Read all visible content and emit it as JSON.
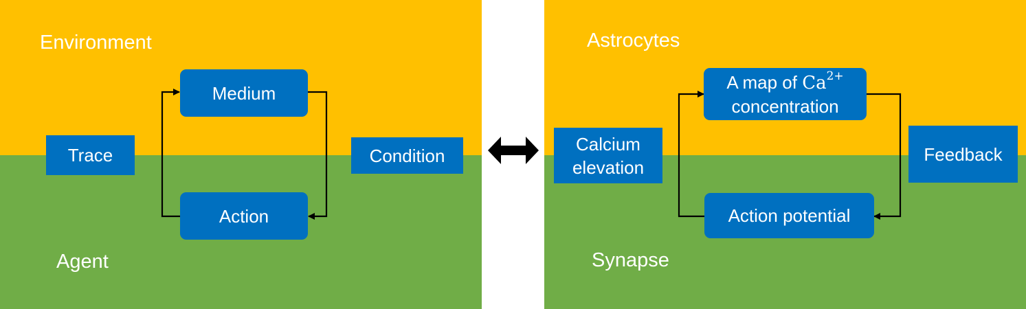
{
  "left_panel": {
    "top_label": "Environment",
    "bottom_label": "Agent",
    "boxes": {
      "medium": "Medium",
      "action": "Action",
      "trace": "Trace",
      "condition": "Condition"
    }
  },
  "center": {
    "icon": "double-arrow-icon"
  },
  "right_panel": {
    "top_label": "Astrocytes",
    "bottom_label": "Synapse",
    "boxes": {
      "ca_map": {
        "line1_prefix": "A map of ",
        "ion": "Ca",
        "charge": "2+",
        "line2": "concentration"
      },
      "action_potential": "Action potential",
      "calcium_elevation": {
        "line1": "Calcium",
        "line2": "elevation"
      },
      "feedback": "Feedback"
    }
  },
  "colors": {
    "top_band": "#FFC000",
    "bottom_band": "#70AD47",
    "box_fill": "#0070C0",
    "label_text": "#FFFFFF",
    "arrow": "#000000"
  }
}
